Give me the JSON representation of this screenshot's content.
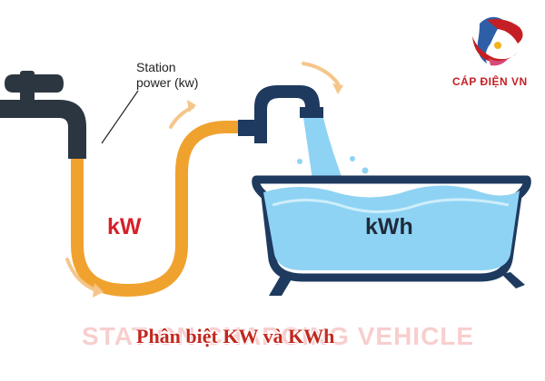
{
  "diagram": {
    "callout_lines": [
      "Station",
      "power (kw)"
    ],
    "pipe_label": "kW",
    "tub_label": "kWh",
    "watermark_text": "STATION CHARGING VEHICLE",
    "caption": "Phân biệt KW và KWh",
    "brand_name": "CÁP ĐIỆN VN",
    "colors": {
      "pipe": "#f0a22e",
      "faucet": "#2b3640",
      "tub_outline": "#1e3a5f",
      "water": "#8fd3f4",
      "water_light": "#cdeefb",
      "arrow": "#f5c68a",
      "kw_text": "#d8202a",
      "brand_red": "#c41f24"
    }
  }
}
